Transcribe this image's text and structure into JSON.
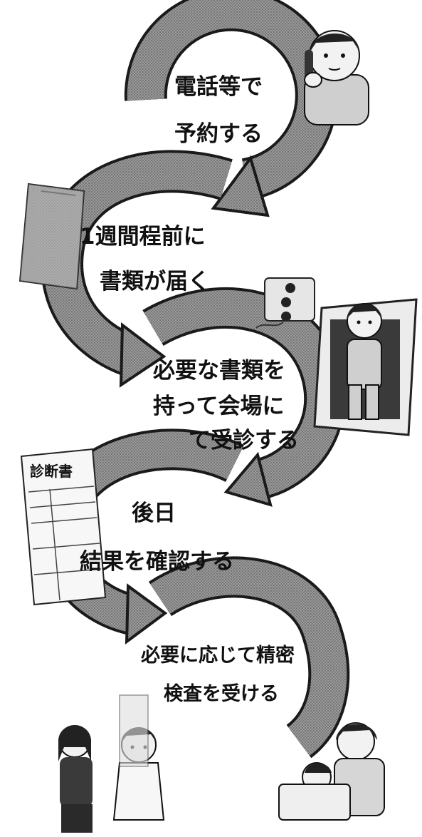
{
  "steps": [
    {
      "lines": [
        "電話等で",
        "予約する"
      ],
      "icon": "person-on-phone-icon"
    },
    {
      "lines": [
        "1週間程前に",
        "書類が届く"
      ],
      "icon": "document-envelope-icon"
    },
    {
      "lines": [
        "必要な書類を",
        "持って会場に",
        "て受診する"
      ],
      "icon": "xray-exam-icon"
    },
    {
      "lines": [
        "後日",
        "結果を確認する"
      ],
      "icon": "diagnosis-document-icon"
    },
    {
      "lines": [
        "必要に応じて精密",
        "検査を受ける"
      ],
      "icon": "doctor-consultation-icon"
    }
  ],
  "certificate_title": "診断書",
  "colors": {
    "arrow": "#8c8c8c",
    "arrow_stroke": "#1a1a1a",
    "text": "#111111"
  }
}
